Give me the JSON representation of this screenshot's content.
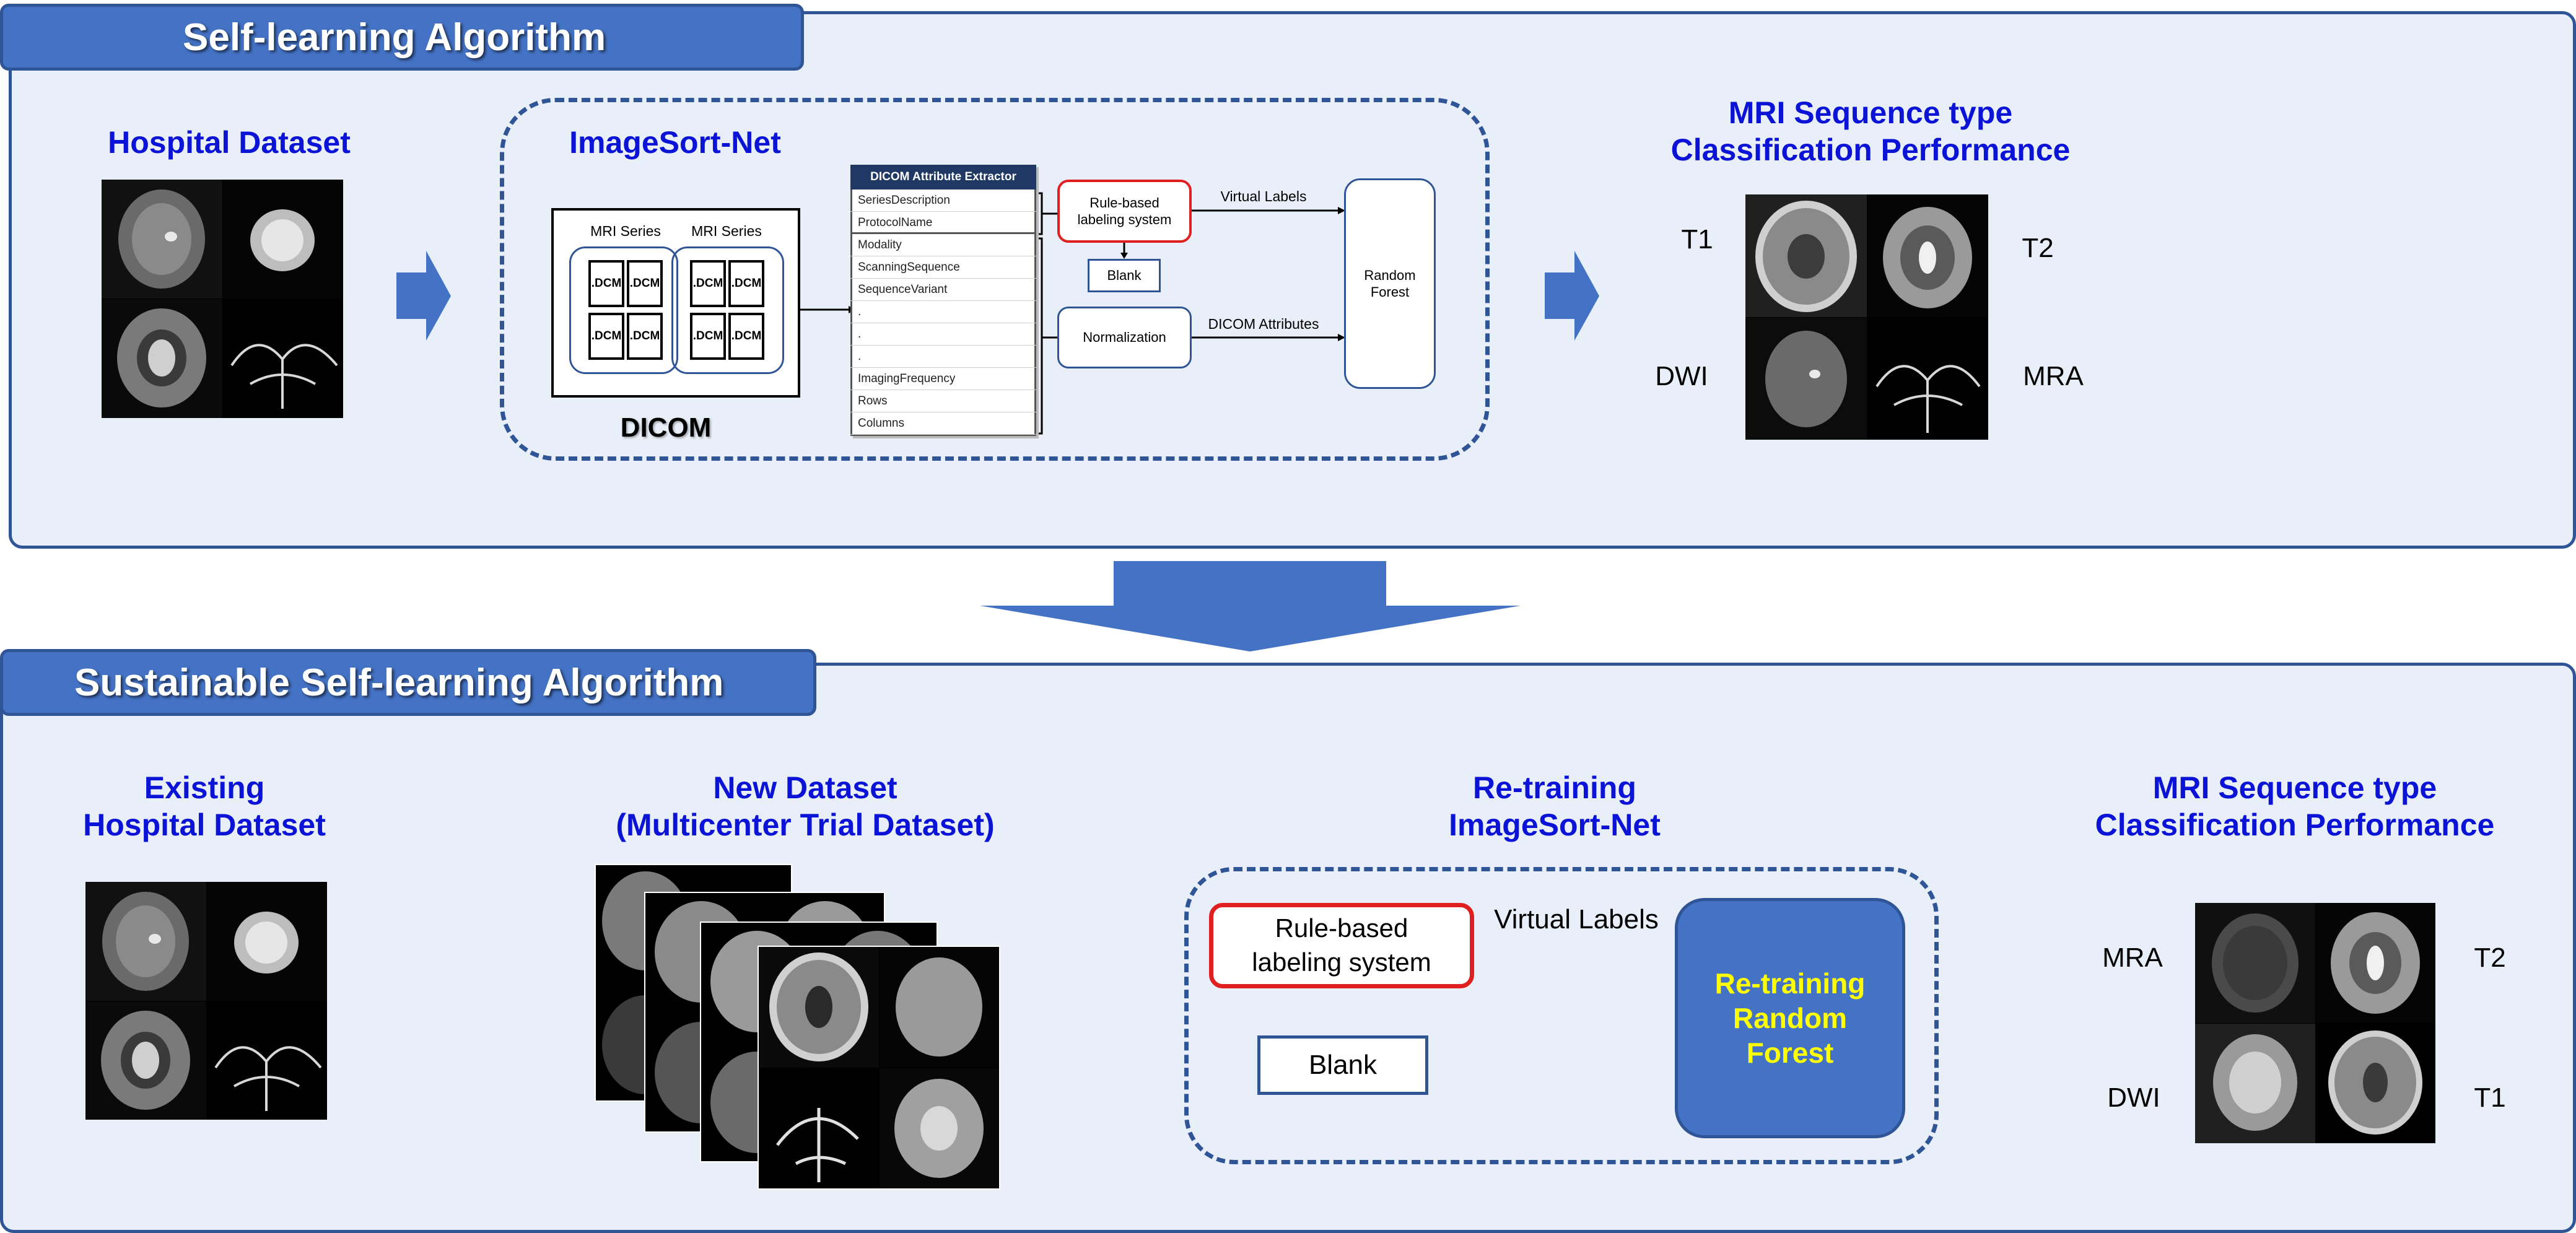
{
  "top": {
    "tab_title": "Self-learning Algorithm",
    "hospital_dataset": "Hospital Dataset",
    "imagesort_net": "ImageSort-Net",
    "mri_series_1": "MRI Series",
    "mri_series_2": "MRI Series",
    "dcm_label": ".DCM",
    "dicom": "DICOM",
    "extractor_header": "DICOM Attribute Extractor",
    "attributes": [
      "SeriesDescription",
      "ProtocolName",
      "Modality",
      "ScanningSequence",
      "SequenceVariant",
      ".",
      ".",
      ".",
      "ImagingFrequency",
      "Rows",
      "Columns"
    ],
    "rule_based": "Rule-based\nlabeling system",
    "blank": "Blank",
    "normalization": "Normalization",
    "virtual_labels": "Virtual Labels",
    "dicom_attributes": "DICOM Attributes",
    "random_forest": "Random\nForest",
    "result_title": "MRI Sequence type\nClassification Performance",
    "labels": {
      "t1": "T1",
      "t2": "T2",
      "dwi": "DWI",
      "mra": "MRA"
    }
  },
  "bottom": {
    "tab_title": "Sustainable Self-learning Algorithm",
    "existing_dataset": "Existing\nHospital Dataset",
    "new_dataset": "New Dataset\n(Multicenter Trial Dataset)",
    "retraining_title": "Re-training\nImageSort-Net",
    "rule_based": "Rule-based\nlabeling system",
    "virtual_labels": "Virtual Labels",
    "blank": "Blank",
    "retraining_rf": "Re-training\nRandom\nForest",
    "result_title": "MRI Sequence type\nClassification Performance",
    "labels": {
      "mra": "MRA",
      "t2": "T2",
      "dwi": "DWI",
      "t1": "T1"
    }
  },
  "colors": {
    "panel_bg": "#e9eff8",
    "border": "#2f5597",
    "accent": "#4472c4",
    "title_blue": "#0b13d6",
    "rule_red": "#e02020",
    "rf_text_yellow": "#ffff00"
  },
  "icons": [
    "right-arrow-icon",
    "down-arrow-icon",
    "plus-icon",
    "dcm-file-icon",
    "brain-mri-image"
  ]
}
